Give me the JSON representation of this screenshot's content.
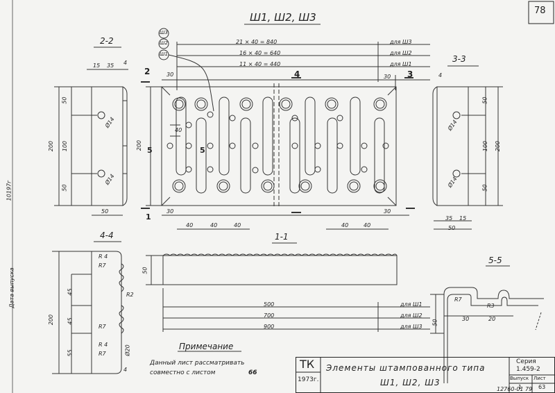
{
  "sheet_number": "78",
  "main_title": "Ш1, Ш2, Ш3",
  "marks": {
    "w3": "Ш3",
    "w2": "Ш2",
    "w1": "Ш1"
  },
  "top_dims": {
    "w3": "21 × 40 = 840",
    "w2": "16 × 40 = 640",
    "w1": "11 × 40 = 440",
    "w3_for": "для Ш3",
    "w2_for": "для Ш2",
    "w1_for": "для Ш1",
    "d30_right": "30",
    "d30_left": "30"
  },
  "plan_dims": {
    "h200": "200",
    "d40_small": "40",
    "d30": "30",
    "d40_a": "40",
    "d40_b": "40",
    "d40_c": "40",
    "d40_d": "40",
    "d40_e": "40",
    "d30_end": "30"
  },
  "section_markers": {
    "s2": "2",
    "s3": "3",
    "s4": "4",
    "s5": "5",
    "s1": "1",
    "s15": "5"
  },
  "section_2_2": {
    "label": "2-2",
    "d15": "15",
    "d35": "35",
    "d4": "4",
    "d50a": "50",
    "d100": "100",
    "d50b": "50",
    "d200": "200",
    "r14a": "Ø14",
    "r14b": "Ø14",
    "bottom50": "50"
  },
  "section_3_3": {
    "label": "3-3",
    "d4": "4",
    "d50a": "50",
    "d100": "100",
    "d50b": "50",
    "d200": "200",
    "r14a": "Ø14",
    "r14b": "Ø14",
    "d35": "35",
    "d15": "15",
    "bottom50": "50"
  },
  "section_4_4": {
    "label": "4-4",
    "r4a": "R 4",
    "r7a": "R7",
    "r2": "R2",
    "r7b": "R7",
    "r4b": "R 4",
    "r7c": "R7",
    "d200": "200",
    "d45a": "45",
    "d45b": "45",
    "d55": "55",
    "o20": "Ø20",
    "d4": "4"
  },
  "section_1_1": {
    "label": "1-1",
    "h50": "50",
    "l500": "500",
    "l700": "700",
    "l900": "900",
    "for1": "для Ш1",
    "for2": "для Ш2",
    "for3": "для Ш3"
  },
  "section_5_5": {
    "label": "5-5",
    "r7": "R7",
    "r3": "R3",
    "d30": "30",
    "d20": "20",
    "d50": "50"
  },
  "note": {
    "heading": "Примечание",
    "line1": "Данный лист рассматривать",
    "line2": "совместно с листом",
    "sheet_ref": "66"
  },
  "margin": {
    "label1": "Дата выпуска",
    "label2": "10197г"
  },
  "title_block": {
    "org": "ТК",
    "year": "1973г.",
    "title_line1": "Элементы штампованного типа",
    "title_line2": "Ш1, Ш2, Ш3",
    "series_label": "Серия",
    "series_value": "1.459-2",
    "issue_label": "Выпуск",
    "issue_value": "1",
    "list_label": "Лист",
    "list_value": "63"
  },
  "footer_code": "12760-01   79"
}
